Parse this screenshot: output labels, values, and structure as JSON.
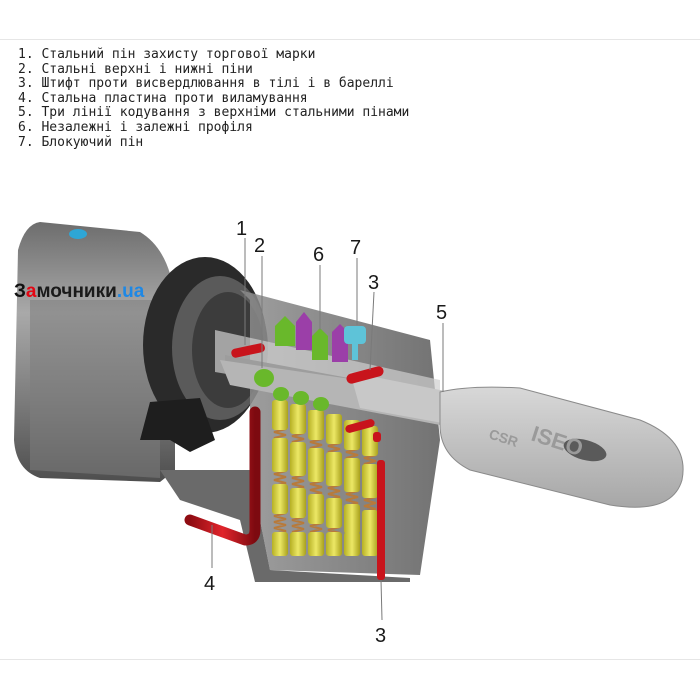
{
  "legend": {
    "items": [
      {
        "num": "1.",
        "text": "Стальний пін захисту торгової марки"
      },
      {
        "num": "2.",
        "text": "Стальні верхні і нижні піни"
      },
      {
        "num": "3.",
        "text": "Штифт проти висвердлювання в тілі і в бареллі"
      },
      {
        "num": "4.",
        "text": "Стальна пластина проти виламування"
      },
      {
        "num": "5.",
        "text": "Три лінії кодування з верхніми стальними пінами"
      },
      {
        "num": "6.",
        "text": "Незалежні і залежні профіля"
      },
      {
        "num": "7.",
        "text": "Блокуючий пін"
      }
    ]
  },
  "watermark": {
    "first": "З",
    "accent": "а",
    "rest": "мочники",
    "domain": ".ua"
  },
  "key_text": {
    "brand": "ISEO",
    "model": "CSR"
  },
  "callouts": [
    {
      "id": "c1",
      "label": "1"
    },
    {
      "id": "c2",
      "label": "2"
    },
    {
      "id": "c6",
      "label": "6"
    },
    {
      "id": "c7",
      "label": "7"
    },
    {
      "id": "c3a",
      "label": "3"
    },
    {
      "id": "c5",
      "label": "5"
    },
    {
      "id": "c4",
      "label": "4"
    },
    {
      "id": "c3b",
      "label": "3"
    }
  ],
  "colors": {
    "red": "#c8141c",
    "green": "#69b82b",
    "yellow": "#d8d23a",
    "purple": "#9b3fa8",
    "cyan": "#5ec3d8",
    "spring": "#b87a3a",
    "body": "#8b8b8b",
    "key": "#c4c4c4"
  }
}
